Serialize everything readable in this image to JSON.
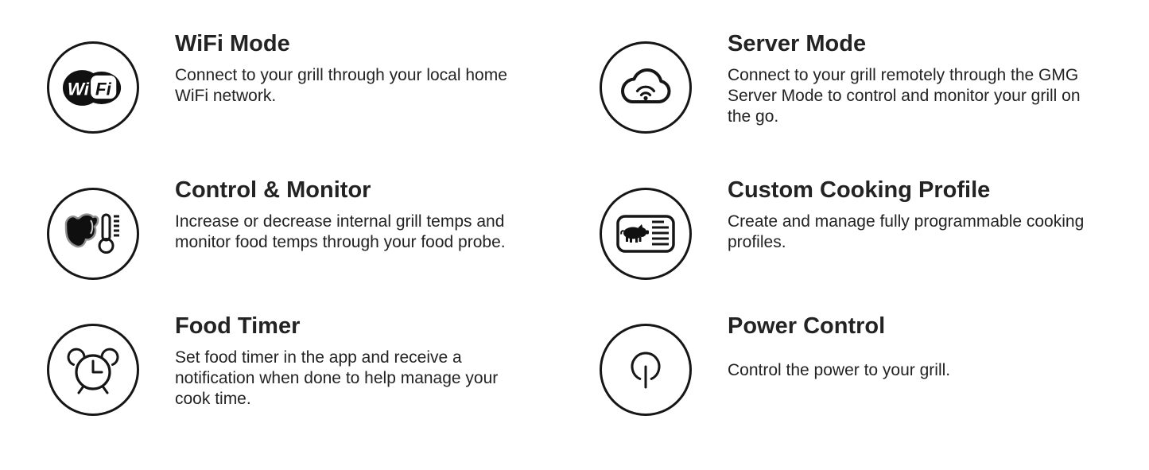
{
  "colors": {
    "background": "#ffffff",
    "text": "#232323",
    "icon_stroke": "#161616",
    "icon_fill": "#101010"
  },
  "features": [
    {
      "icon": "wifi-logo-icon",
      "title": "WiFi Mode",
      "description": "Connect to your grill through your local home WiFi network."
    },
    {
      "icon": "cloud-wifi-icon",
      "title": "Server Mode",
      "description": "Connect to your grill remotely through the GMG Server Mode to control and monitor your grill on the go."
    },
    {
      "icon": "steak-thermometer-icon",
      "title": "Control & Monitor",
      "description": "Increase or decrease internal grill temps and monitor food temps through your food probe."
    },
    {
      "icon": "cooking-profile-card-icon",
      "title": "Custom Cooking Profile",
      "description": "Create and manage fully programmable cooking profiles."
    },
    {
      "icon": "alarm-clock-icon",
      "title": "Food Timer",
      "description": "Set food timer in the app and receive a notification when done to help manage your cook time."
    },
    {
      "icon": "power-icon",
      "title": "Power Control",
      "description": "Control the power to your grill."
    }
  ],
  "wifi_logo": {
    "left_text": "Wi",
    "right_text": "Fi"
  }
}
